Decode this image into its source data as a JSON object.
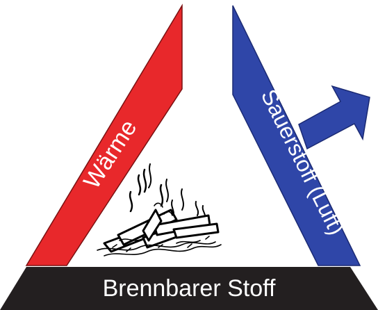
{
  "diagram": {
    "sides": {
      "left": {
        "label": "Wärme",
        "color": "#e8282b"
      },
      "right": {
        "label": "Sauerstoff (Luft)",
        "color": "#2f46a8"
      },
      "bottom": {
        "label": "Brennbarer Stoff",
        "color": "#231f20"
      }
    },
    "arrow": {
      "color": "#2f46a8"
    },
    "fire_illustration": {
      "icon": "burning-wood-icon",
      "color": "#000000"
    }
  }
}
